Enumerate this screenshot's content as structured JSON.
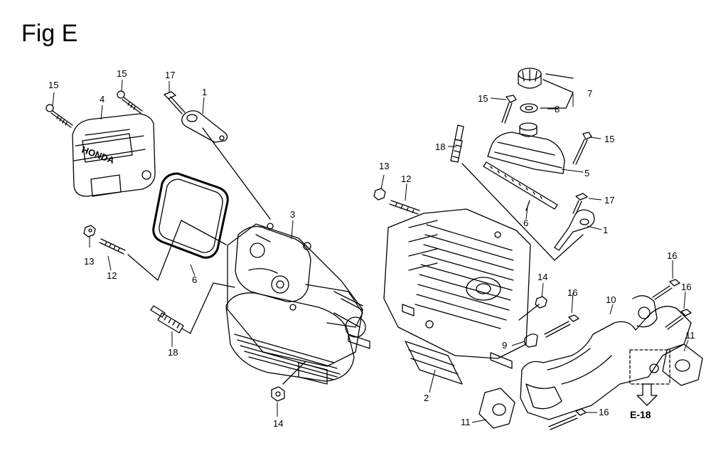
{
  "figure": {
    "title": "Fig E"
  },
  "callouts": {
    "c15a": "15",
    "c15b": "15",
    "c17a": "17",
    "c1a": "1",
    "c4": "4",
    "c13a": "13",
    "c12a": "12",
    "c6a": "6",
    "c3": "3",
    "c18a": "18",
    "c14a": "14",
    "c15c": "15",
    "c18b": "18",
    "c7": "7",
    "c8": "8",
    "c15d": "15",
    "c5": "5",
    "c13b": "13",
    "c12b": "12",
    "c6b": "6",
    "c17b": "17",
    "c1b": "1",
    "c14b": "14",
    "c16a": "16",
    "c16b": "16",
    "c16c": "16",
    "c16d": "16",
    "c10": "10",
    "c9": "9",
    "c11a": "11",
    "c11b": "11",
    "c2": "2"
  },
  "cross_ref": {
    "label": "E-18"
  },
  "brand_emboss": "HONDA"
}
